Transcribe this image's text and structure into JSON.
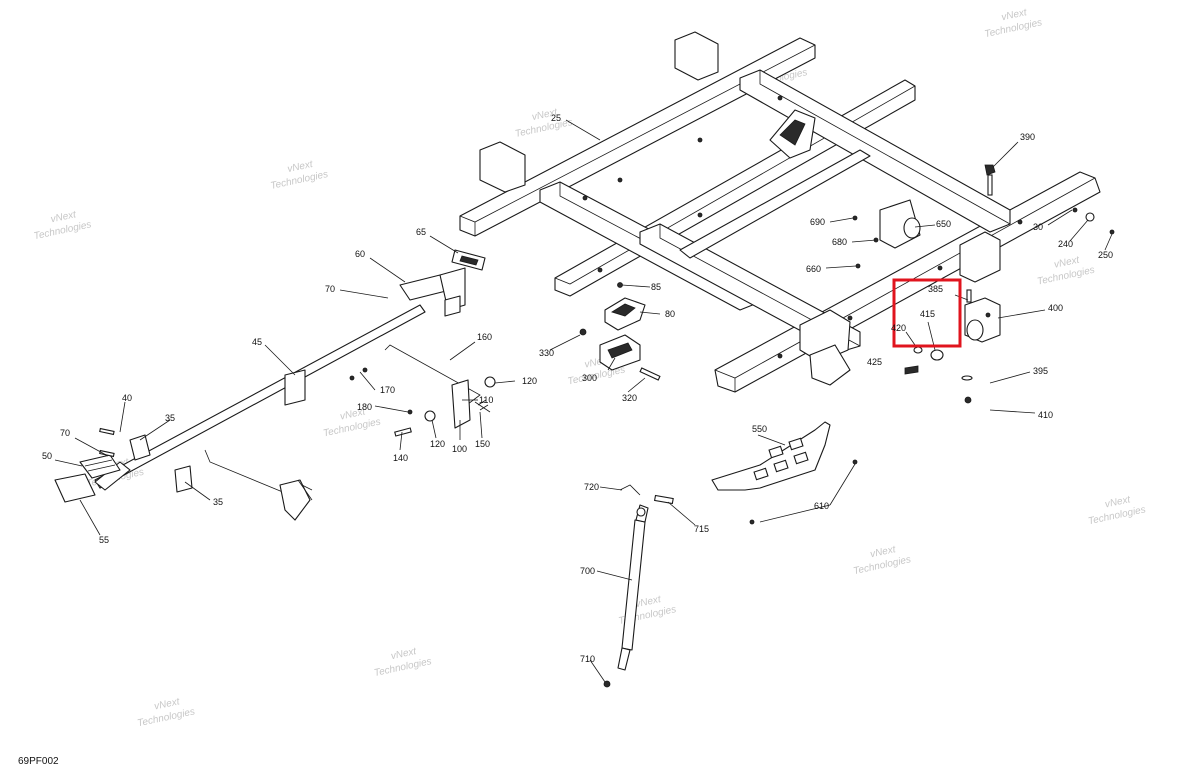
{
  "figure_id": "69PF002",
  "highlight_color": "#e0141e",
  "watermark": {
    "line1": "vNext",
    "line2": "Technologies"
  },
  "callouts": [
    {
      "id": "25",
      "label": "25"
    },
    {
      "id": "30",
      "label": "30"
    },
    {
      "id": "35a",
      "label": "35"
    },
    {
      "id": "35b",
      "label": "35"
    },
    {
      "id": "40",
      "label": "40"
    },
    {
      "id": "45",
      "label": "45"
    },
    {
      "id": "50",
      "label": "50"
    },
    {
      "id": "55",
      "label": "55"
    },
    {
      "id": "60",
      "label": "60"
    },
    {
      "id": "65",
      "label": "65"
    },
    {
      "id": "70a",
      "label": "70"
    },
    {
      "id": "70b",
      "label": "70"
    },
    {
      "id": "80",
      "label": "80"
    },
    {
      "id": "85",
      "label": "85"
    },
    {
      "id": "100",
      "label": "100"
    },
    {
      "id": "110",
      "label": "110"
    },
    {
      "id": "120a",
      "label": "120"
    },
    {
      "id": "120b",
      "label": "120"
    },
    {
      "id": "140",
      "label": "140"
    },
    {
      "id": "150",
      "label": "150"
    },
    {
      "id": "160",
      "label": "160"
    },
    {
      "id": "170",
      "label": "170"
    },
    {
      "id": "180",
      "label": "180"
    },
    {
      "id": "240",
      "label": "240"
    },
    {
      "id": "250",
      "label": "250"
    },
    {
      "id": "300",
      "label": "300"
    },
    {
      "id": "320",
      "label": "320"
    },
    {
      "id": "330",
      "label": "330"
    },
    {
      "id": "385",
      "label": "385"
    },
    {
      "id": "390",
      "label": "390"
    },
    {
      "id": "395",
      "label": "395"
    },
    {
      "id": "400",
      "label": "400"
    },
    {
      "id": "410",
      "label": "410"
    },
    {
      "id": "415",
      "label": "415"
    },
    {
      "id": "420",
      "label": "420"
    },
    {
      "id": "425",
      "label": "425"
    },
    {
      "id": "550",
      "label": "550"
    },
    {
      "id": "610",
      "label": "610"
    },
    {
      "id": "650",
      "label": "650"
    },
    {
      "id": "660",
      "label": "660"
    },
    {
      "id": "680",
      "label": "680"
    },
    {
      "id": "690",
      "label": "690"
    },
    {
      "id": "700",
      "label": "700"
    },
    {
      "id": "710",
      "label": "710"
    },
    {
      "id": "715",
      "label": "715"
    },
    {
      "id": "720",
      "label": "720"
    }
  ]
}
